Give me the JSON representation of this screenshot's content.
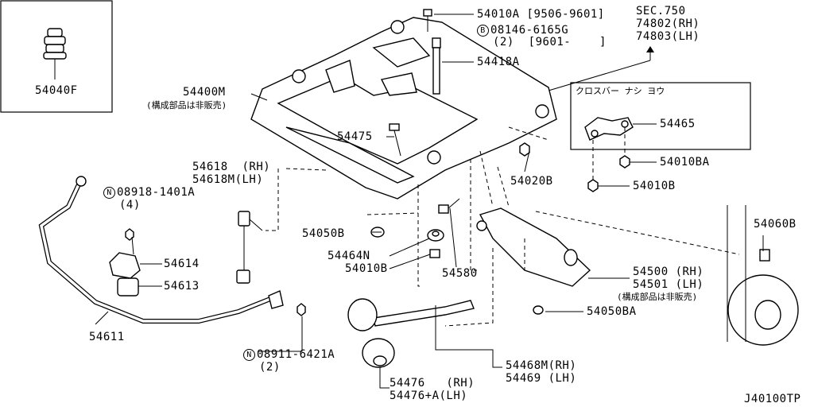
{
  "diagram_id": "J40100TP",
  "section_ref": {
    "title": "SEC.750",
    "rh": "74802(RH)",
    "lh": "74803(LH)"
  },
  "inset_box": {
    "label": "54040F"
  },
  "crossbar_box": {
    "title": "クロスバー ナシ ヨウ"
  },
  "parts": {
    "p54010A": {
      "number": "54010A",
      "range": "[9506-9601]"
    },
    "p08146": {
      "prefix": "B",
      "number": "08146-6165G",
      "qty": "(2)",
      "range": "[9601-    ]"
    },
    "p54418A": {
      "number": "54418A"
    },
    "p54400M": {
      "number": "54400M",
      "note": "(構成部品は非販売)"
    },
    "p54475": {
      "number": "54475"
    },
    "p54465": {
      "number": "54465"
    },
    "p54010BA": {
      "number": "54010BA"
    },
    "p54010B_top": {
      "number": "54010B"
    },
    "p54020B": {
      "number": "54020B"
    },
    "p54618": {
      "rh": "54618  (RH)",
      "lh": "54618M(LH)"
    },
    "p08918": {
      "prefix": "N",
      "number": "08918-1401A",
      "qty": "(4)"
    },
    "p54050B": {
      "number": "54050B"
    },
    "p54614": {
      "number": "54614"
    },
    "p54613": {
      "number": "54613"
    },
    "p54464N": {
      "number": "54464N"
    },
    "p54010B_low": {
      "number": "54010B"
    },
    "p54580": {
      "number": "54580"
    },
    "p54500": {
      "rh": "54500 (RH)",
      "lh": "54501 (LH)",
      "note": "(構成部品は非販売)"
    },
    "p54050BA": {
      "number": "54050BA"
    },
    "p54060B": {
      "number": "54060B"
    },
    "p54611": {
      "number": "54611"
    },
    "p08911": {
      "prefix": "N",
      "number": "08911-6421A",
      "qty": "(2)"
    },
    "p54468": {
      "rh": "54468M(RH)",
      "lh": "54469 (LH)"
    },
    "p54476": {
      "rh": "54476   (RH)",
      "lh": "54476+A(LH)"
    }
  }
}
